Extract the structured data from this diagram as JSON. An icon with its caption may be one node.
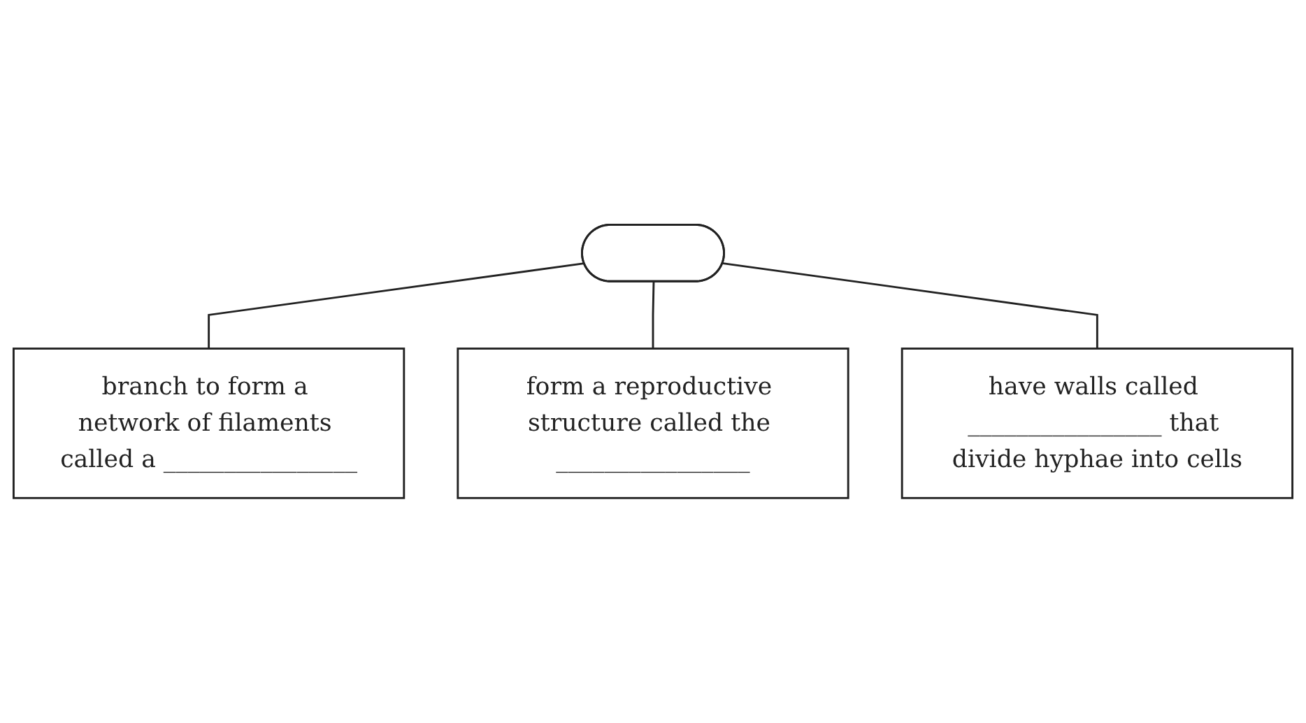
{
  "diagram": {
    "nodes": [
      {
        "text": [],
        "shape": "ellipse"
      },
      {
        "text": [
          "branch to form a network of filaments called a ________________"
        ]
      },
      {
        "text": [
          "form a reproductive structure called the ________________"
        ]
      },
      {
        "text": [
          "have walls called ________________ that divide hyphae into cells"
        ]
      }
    ],
    "edges": [
      {
        "from": 0,
        "to": 1,
        "arrow": "none"
      },
      {
        "from": 0,
        "to": 2,
        "arrow": "none"
      },
      {
        "from": 0,
        "to": 3,
        "arrow": "none"
      }
    ]
  }
}
